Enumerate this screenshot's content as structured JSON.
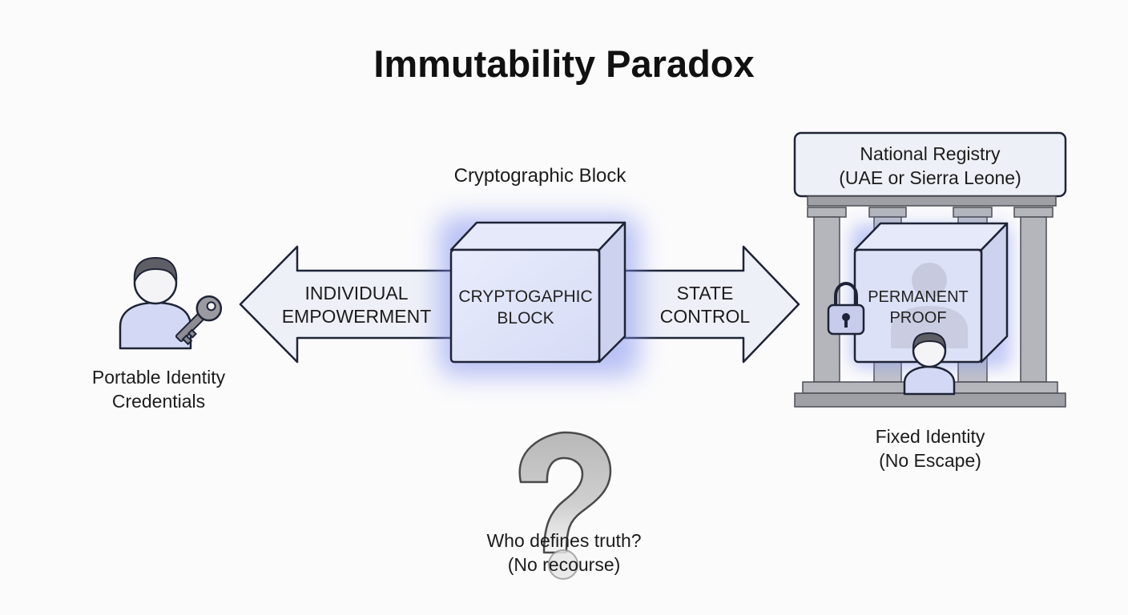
{
  "title": "Immutability Paradox",
  "center_block": {
    "caption": "Cryptographic Block",
    "label": "CRYPTOGAPHIC BLOCK"
  },
  "left_arrow": {
    "label": "INDIVIDUAL EMPOWERMENT"
  },
  "right_arrow": {
    "label": "STATE CONTROL"
  },
  "left_figure": {
    "icon": "person-with-key-icon",
    "caption": "Portable Identity Credentials"
  },
  "registry": {
    "header": "National Registry\n(UAE or Sierra Leone)",
    "block_label": "PERMANENT PROOF",
    "icons": [
      "building-icon",
      "lock-icon",
      "person-icon"
    ],
    "caption": "Fixed Identity\n(No Escape)"
  },
  "question": {
    "icon": "question-mark-icon",
    "caption": "Who defines truth?\n(No recourse)"
  },
  "colors": {
    "accent_fill": "#dfe3f8",
    "glow": "#8090ee",
    "outline": "#1e2436",
    "arrow_fill": "#eef0f8",
    "pillar": "#b4b6bc",
    "question": "#c4c4c4"
  }
}
